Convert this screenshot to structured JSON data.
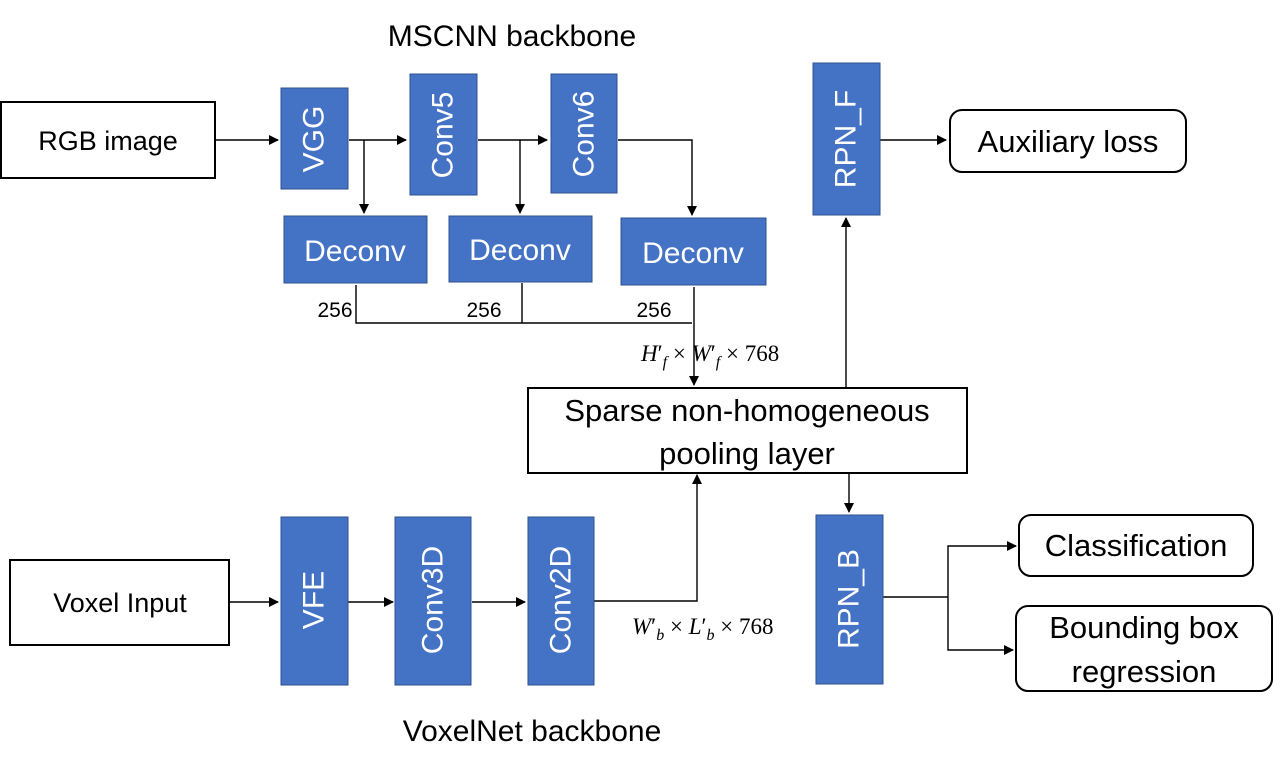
{
  "titles": {
    "top": "MSCNN backbone",
    "bottom": "VoxelNet backbone"
  },
  "inputs": {
    "rgb": "RGB image",
    "voxel": "Voxel Input"
  },
  "mscnn": {
    "vgg": "VGG",
    "conv5": "Conv5",
    "conv6": "Conv6",
    "deconv": [
      "Deconv",
      "Deconv",
      "Deconv"
    ],
    "channels": [
      "256",
      "256",
      "256"
    ],
    "feature_dim": "H′f × W′f × 768"
  },
  "voxelnet": {
    "vfe": "VFE",
    "conv3d": "Conv3D",
    "conv2d": "Conv2D",
    "feature_dim": "W′b × L′b × 768"
  },
  "pooling": {
    "line1": "Sparse non-homogeneous",
    "line2": "pooling layer"
  },
  "rpn": {
    "f": "RPN_F",
    "b": "RPN_B"
  },
  "outputs": {
    "aux": "Auxiliary loss",
    "cls": "Classification",
    "bbox_line1": "Bounding box",
    "bbox_line2": "regression"
  },
  "colors": {
    "block_fill": "#4472c4",
    "block_stroke": "#2f528f",
    "block_text": "#ffffff",
    "line": "#000000"
  }
}
